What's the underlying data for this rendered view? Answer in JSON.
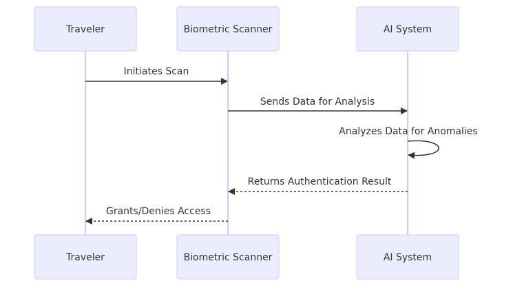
{
  "diagram": {
    "type": "sequence",
    "participants": [
      {
        "id": "traveler",
        "label": "Traveler"
      },
      {
        "id": "scanner",
        "label": "Biometric Scanner"
      },
      {
        "id": "ai",
        "label": "AI System"
      }
    ],
    "messages": [
      {
        "from": "traveler",
        "to": "scanner",
        "label": "Initiates Scan",
        "style": "solid"
      },
      {
        "from": "scanner",
        "to": "ai",
        "label": "Sends Data for Analysis",
        "style": "solid"
      },
      {
        "from": "ai",
        "to": "ai",
        "label": "Analyzes Data for Anomalies",
        "style": "solid"
      },
      {
        "from": "ai",
        "to": "scanner",
        "label": "Returns Authentication Result",
        "style": "dashed"
      },
      {
        "from": "scanner",
        "to": "traveler",
        "label": "Grants/Denies Access",
        "style": "dashed"
      }
    ]
  },
  "colors": {
    "actor_fill": "#ECECFF",
    "actor_border": "#CCCCFF",
    "lifeline": "#CCCCFF",
    "arrow": "#333333",
    "text": "#333333"
  }
}
